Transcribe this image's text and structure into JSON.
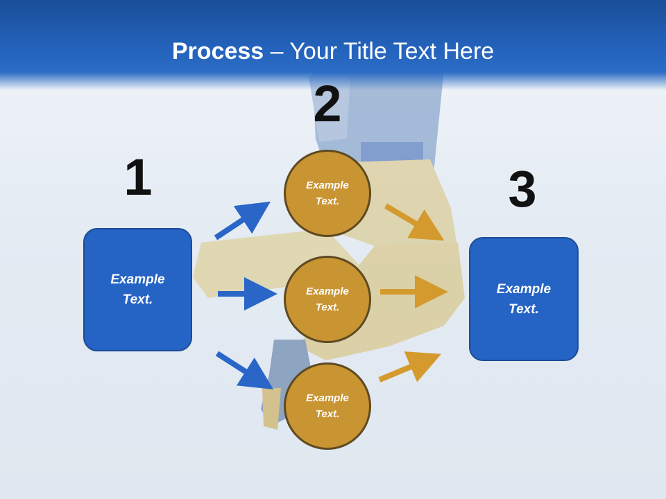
{
  "title": {
    "bold": "Process",
    "rest": " – Your Title Text Here"
  },
  "steps": [
    {
      "number": "1",
      "boxes": [
        "Example\nText."
      ]
    },
    {
      "number": "2",
      "circles": [
        "Example\nText.",
        "Example\nText.",
        "Example\nText."
      ]
    },
    {
      "number": "3",
      "boxes": [
        "Example\nText."
      ]
    }
  ],
  "colors": {
    "header": "#2463bd",
    "box_fill": "#2563c4",
    "circle_fill": "#c99432",
    "blue_arrow": "#2a66c8",
    "gold_arrow": "#d49a2e"
  }
}
